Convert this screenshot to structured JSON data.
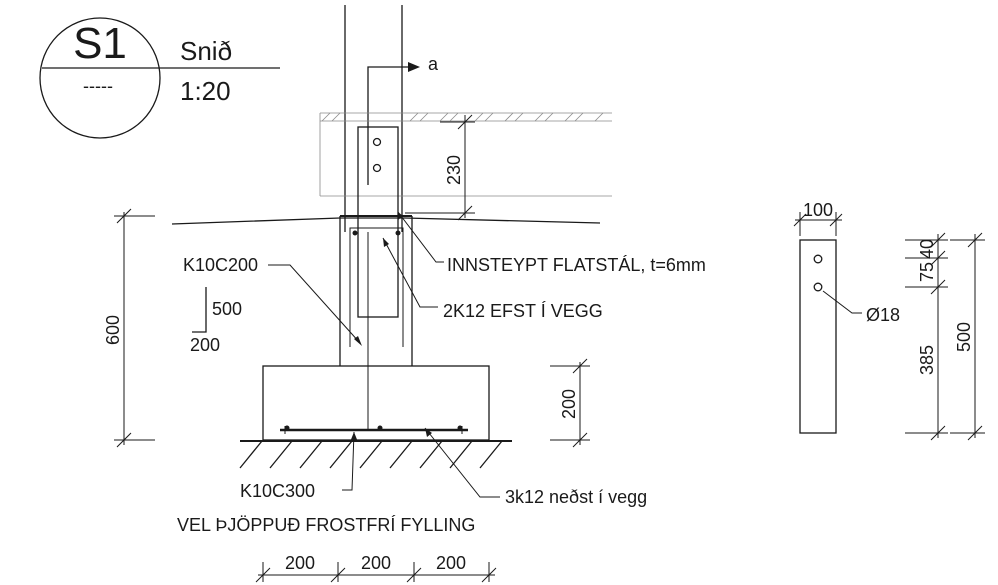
{
  "title_block": {
    "section_id": "S1",
    "dashes": "-----",
    "name": "Snið",
    "scale": "1:20"
  },
  "section_marker": "a",
  "labels": {
    "flat_steel": "INNSTEYPT FLATSTÁL, t=6mm",
    "top_bars": "2K12 EFST Í VEGG",
    "stirrups": "K10C200",
    "stirrup_dim_1": "500",
    "stirrup_dim_2": "200",
    "bottom_stirrups": "K10C300",
    "bottom_bars": "3k12 neðst í vegg",
    "fill": "VEL ÞJÖPPUÐ FROSTFRÍ FYLLING",
    "hole_diameter": "Ø18"
  },
  "dimensions": {
    "embed_depth": "230",
    "total_height": "600",
    "footing_height": "200",
    "footing_width_1": "200",
    "footing_width_2": "200",
    "footing_width_3": "200",
    "plate_width": "100",
    "plate_top_1": "75",
    "plate_top_2": "40",
    "plate_mid": "385",
    "plate_total": "500"
  }
}
